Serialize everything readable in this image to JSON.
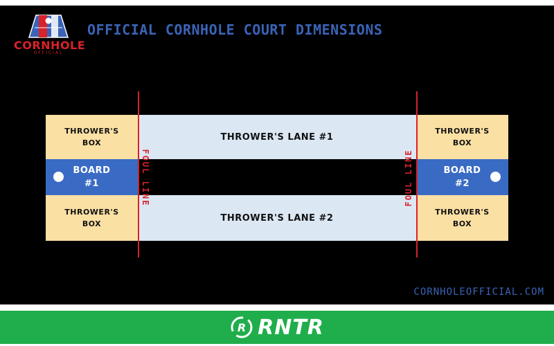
{
  "header": {
    "title": "OFFICIAL CORNHOLE COURT DIMENSIONS",
    "logo": {
      "name": "CORNHOLE",
      "subtitle": "OFFICIAL",
      "icon": "cornhole-logo-icon"
    }
  },
  "court": {
    "boxes": {
      "top_left": "THROWER'S\nBOX",
      "bottom_left": "THROWER'S\nBOX",
      "top_right": "THROWER'S\nBOX",
      "bottom_right": "THROWER'S\nBOX"
    },
    "lanes": {
      "lane1": "THROWER'S LANE #1",
      "lane2": "THROWER'S LANE #2"
    },
    "boards": {
      "board1": "BOARD\n#1",
      "board2": "BOARD\n#2"
    },
    "foul_lines": {
      "left": "FOUL LINE",
      "right": "FOUL LINE"
    }
  },
  "website": "CORNHOLEOFFICIAL.COM",
  "footer": {
    "brand": "RNTR",
    "icon": "rntr-r-icon"
  },
  "colors": {
    "background": "#000000",
    "title": "#3a63b8",
    "box": "#fbe0a4",
    "lane": "#dce7f4",
    "board": "#3a6bc4",
    "foul_line": "#d8232a",
    "footer": "#1fae4b"
  }
}
